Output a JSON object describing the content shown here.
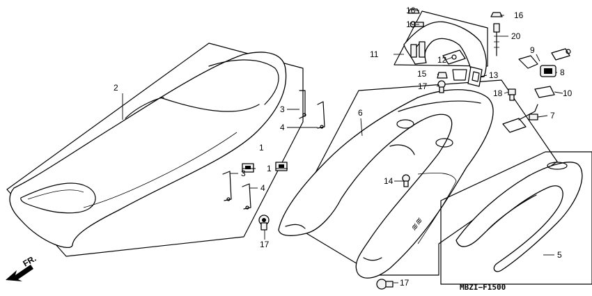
{
  "diagram": {
    "code": "MBZI−F1500",
    "front_label": "FR.",
    "callouts": [
      {
        "num": "1"
      },
      {
        "num": "1"
      },
      {
        "num": "2"
      },
      {
        "num": "3"
      },
      {
        "num": "3"
      },
      {
        "num": "4"
      },
      {
        "num": "4"
      },
      {
        "num": "5"
      },
      {
        "num": "6"
      },
      {
        "num": "7"
      },
      {
        "num": "8"
      },
      {
        "num": "9"
      },
      {
        "num": "10"
      },
      {
        "num": "11"
      },
      {
        "num": "12"
      },
      {
        "num": "13"
      },
      {
        "num": "14"
      },
      {
        "num": "15"
      },
      {
        "num": "16"
      },
      {
        "num": "16"
      },
      {
        "num": "17"
      },
      {
        "num": "17"
      },
      {
        "num": "17"
      },
      {
        "num": "18"
      },
      {
        "num": "19"
      },
      {
        "num": "20"
      }
    ]
  }
}
